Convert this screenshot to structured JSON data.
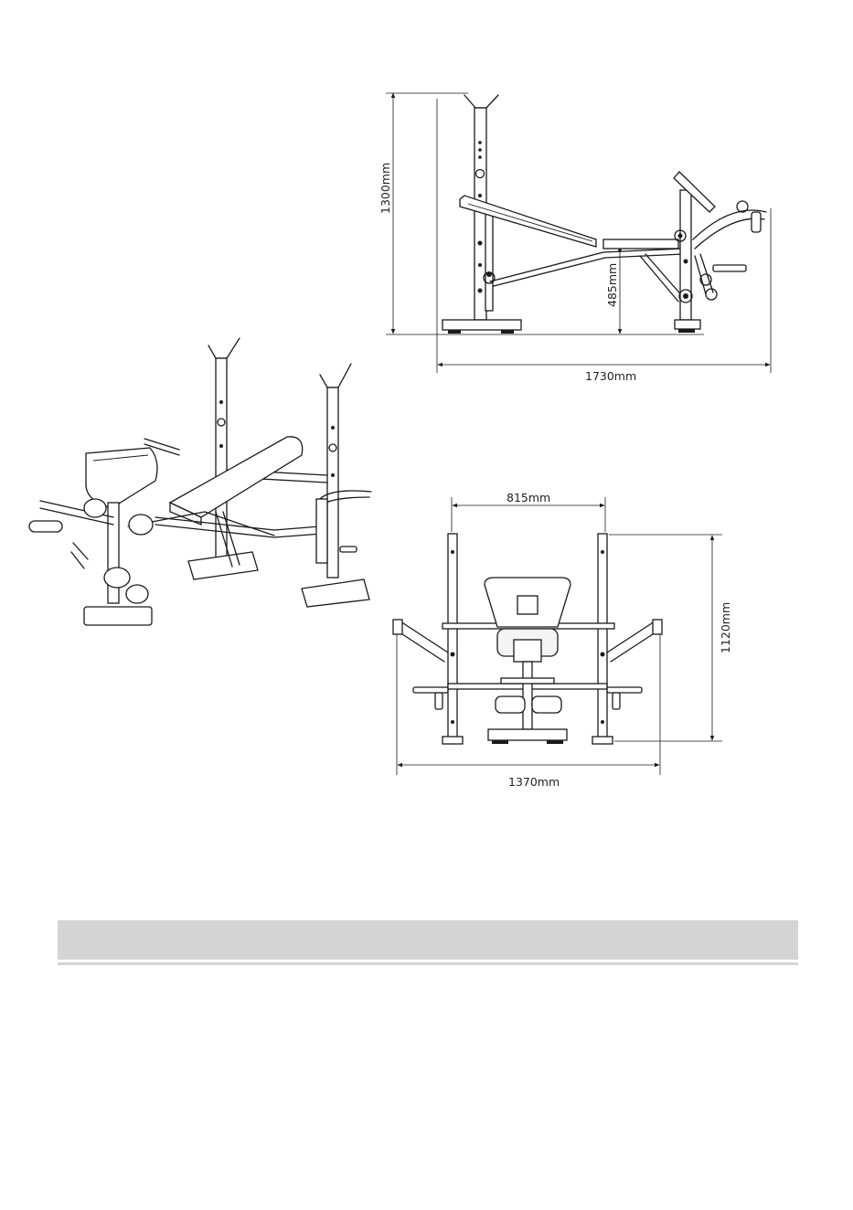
{
  "dimensions": {
    "side_height": "1300mm",
    "seat_height": "485mm",
    "side_length": "1730mm",
    "upright_spacing": "815mm",
    "rear_height": "1120mm",
    "rear_width": "1370mm"
  },
  "colors": {
    "line": "#1a1a1a",
    "section_bar": "#d4d4d4",
    "background": "#ffffff"
  }
}
